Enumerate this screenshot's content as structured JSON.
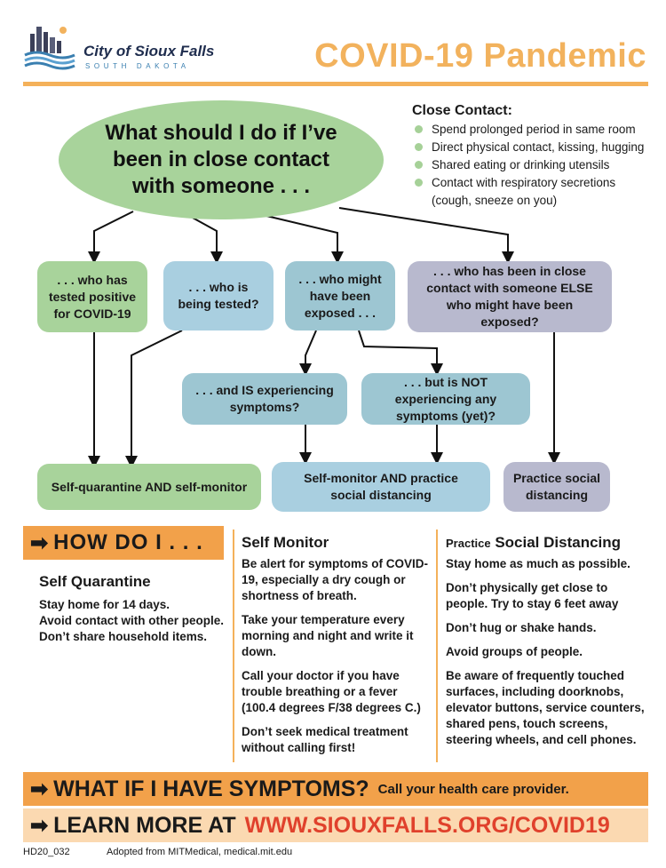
{
  "header": {
    "city_name": "City of Sioux Falls",
    "city_sub": "SOUTH DAKOTA",
    "title": "COVID-19 Pandemic"
  },
  "question": "What should I do if I’ve been in close contact with someone . . .",
  "close_contact": {
    "title": "Close Contact:",
    "items": [
      "Spend prolonged period in same room",
      "Direct physical contact, kissing, hugging",
      "Shared eating or drinking utensils",
      "Contact with respiratory secretions (cough, sneeze on you)"
    ]
  },
  "branches": {
    "tested_positive": ". . . who has tested positive for COVID-19",
    "being_tested": ". . . who is being tested?",
    "might_be_exposed": ". . . who might have been exposed . . .",
    "someone_else": ". . . who has been in close contact with someone ELSE who might have been exposed?",
    "is_experiencing": ". . . and IS experiencing symptoms?",
    "not_experiencing": ". . . but is NOT experiencing any symptoms (yet)?"
  },
  "outcomes": {
    "quarantine": "Self-quarantine AND self-monitor",
    "monitor_distance": "Self-monitor AND practice social distancing",
    "distance": "Practice social distancing"
  },
  "how_do_i": {
    "banner": "HOW DO I . . .",
    "self_quarantine": {
      "heading": "Self Quarantine",
      "lines": [
        "Stay home for 14 days.",
        "Avoid contact with other people.",
        "Don’t share household items."
      ]
    },
    "self_monitor": {
      "heading": "Self Monitor",
      "paragraphs": [
        "Be alert for symptoms of COVID-19, especially a dry cough or shortness of breath.",
        "Take your temperature every morning and night and write it down.",
        "Call your doctor if you have trouble breathing or a fever (100.4 degrees F/38 degrees C.)",
        "Don’t seek medical treatment without calling first!"
      ]
    },
    "social_distancing": {
      "heading_prefix": "Practice",
      "heading": "Social Distancing",
      "paragraphs": [
        "Stay home as much as possible.",
        "Don’t physically get close to people. Try to stay 6 feet away",
        "Don’t hug or shake hands.",
        "Avoid groups of people.",
        "Be aware of frequently touched surfaces, including doorknobs, elevator buttons, service counters, shared pens, touch screens, steering wheels, and cell phones."
      ]
    }
  },
  "symptoms_bar": {
    "big": "WHAT IF I HAVE SYMPTOMS?",
    "small": "Call your health care provider."
  },
  "learn_bar": {
    "big": "LEARN MORE AT",
    "url": "WWW.SIOUXFALLS.ORG/COVID19"
  },
  "footer": {
    "code": "HD20_032",
    "credit": "Adopted from MITMedical, medical.mit.edu"
  },
  "colors": {
    "accent_orange": "#f2a14a",
    "title_orange": "#f2b25d",
    "green": "#a8d39b",
    "blue": "#a9cfe0",
    "purple": "#b8b9ce",
    "url_red": "#e0412c"
  },
  "icons": [
    "city-skyline-logo-icon",
    "right-arrow-icon",
    "bullet-dot-icon"
  ]
}
